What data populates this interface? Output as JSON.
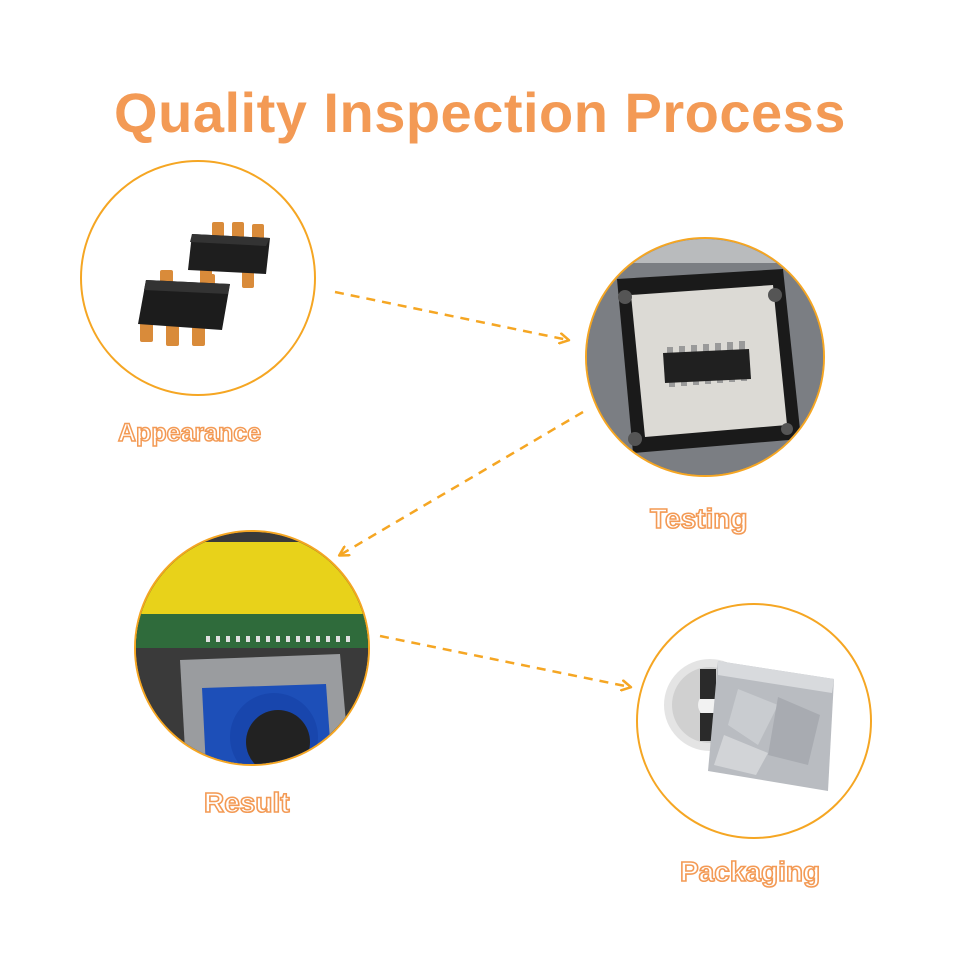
{
  "title": "Quality Inspection Process",
  "colors": {
    "accent": "#f39a55",
    "border": "#f5a623",
    "label_fill": "#ffffff"
  },
  "steps": [
    {
      "label": "Appearance",
      "icon": "sot23-chips-icon"
    },
    {
      "label": "Testing",
      "icon": "test-socket-icon"
    },
    {
      "label": "Result",
      "icon": "lcd-tester-icon"
    },
    {
      "label": "Packaging",
      "icon": "foil-bag-reel-icon"
    }
  ]
}
